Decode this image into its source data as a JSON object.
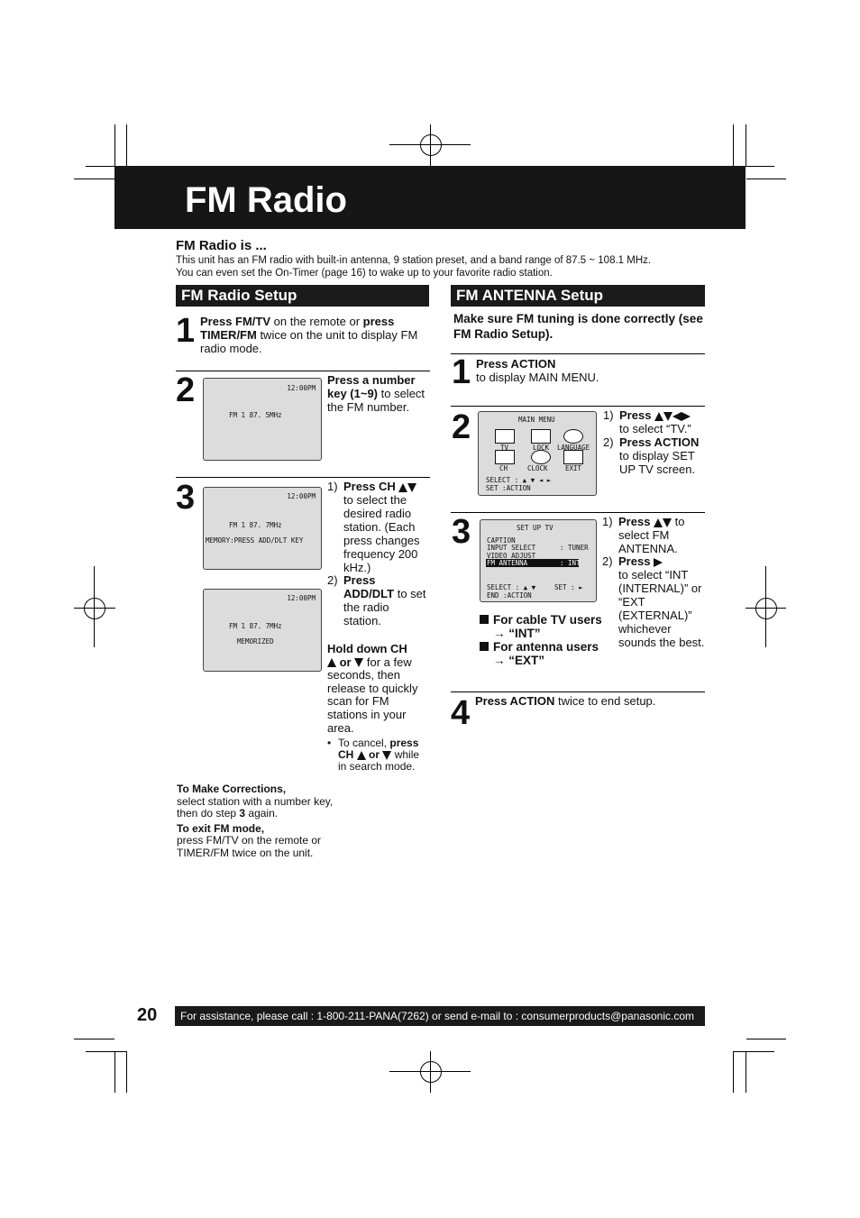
{
  "title": "FM Radio",
  "intro": {
    "heading": "FM Radio is ...",
    "line1": "This unit has an FM radio with built-in antenna, 9 station preset, and a band range of 87.5 ~ 108.1 MHz.",
    "line2": "You can even set the On-Timer (page 16) to wake up to your favorite radio station."
  },
  "setup": {
    "heading": "FM Radio Setup",
    "step1": {
      "num": "1",
      "press1": "Press FM/TV",
      "mid": " on the remote or ",
      "press2": "press TIMER/FM",
      "rest": " twice on the unit to display FM radio mode."
    },
    "step2": {
      "num": "2",
      "bold": "Press a number key (1~9)",
      "rest": " to select the FM number.",
      "screen": {
        "time": "12:00PM",
        "line": "FM 1   87. 5MHz"
      }
    },
    "step3": {
      "num": "3",
      "i1_label": "1)",
      "i1_bold": "Press CH",
      "i1_rest": "to select the desired radio station. (Each press changes frequency 200 kHz.)",
      "i2_label": "2)",
      "i2_bold": "Press ADD/DLT",
      "i2_rest": " to set the radio station.",
      "hold_bold": "Hold down CH",
      "hold_or": " or ",
      "hold_rest": " for a few seconds, then release to quickly scan for FM stations in your area.",
      "cancel_pre": "To cancel, ",
      "cancel_bold": "press CH",
      "cancel_or": " or ",
      "cancel_rest": " while in search mode.",
      "screen_a": {
        "time": "12:00PM",
        "line": "FM 1   87. 7MHz",
        "line2": "MEMORY:PRESS  ADD/DLT KEY"
      },
      "screen_b": {
        "time": "12:00PM",
        "line": "FM 1   87. 7MHz",
        "line2": "MEMORIZED"
      }
    },
    "corr_h": "To Make Corrections,",
    "corr_1": "select station with a number key,",
    "corr_2a": "then do step ",
    "corr_2b": "3",
    "corr_2c": " again.",
    "exit_h": "To exit FM mode,",
    "exit_1": "press FM/TV on the remote or",
    "exit_2": "TIMER/FM twice on the unit."
  },
  "antenna": {
    "heading": "FM ANTENNA Setup",
    "note": "Make sure FM tuning is done correctly (see FM Radio Setup).",
    "step1": {
      "num": "1",
      "bold": "Press ACTION",
      "rest": "to display MAIN MENU."
    },
    "step2": {
      "num": "2",
      "i1_label": "1)",
      "i1_bold": "Press",
      "i1_rest": "to select “TV.”",
      "i2_label": "2)",
      "i2_bold": "Press ACTION",
      "i2_rest": "to display SET UP TV screen.",
      "screen": {
        "title": "MAIN MENU",
        "tv": "TV",
        "lock": "LOCK",
        "language": "LANGUAGE",
        "ch": "CH",
        "clock": "CLOCK",
        "exit": "EXIT",
        "sel": "SELECT :",
        "set": "SET      :ACTION"
      }
    },
    "step3": {
      "num": "3",
      "i1_label": "1)",
      "i1_bold": "Press",
      "i1_rest": " to select FM ANTENNA.",
      "i2_label": "2)",
      "i2_bold": "Press",
      "i2_rest": "to select “INT (INTERNAL)” or “EXT (EXTERNAL)” whichever sounds the best.",
      "cable": "For cable TV users",
      "cable_val": "→ “INT”",
      "ant": "For antenna users",
      "ant_val": "→ “EXT”",
      "screen": {
        "title": "SET UP TV",
        "r1": "CAPTION",
        "r2": "INPUT SELECT",
        "r2v": ": TUNER",
        "r3": "VIDEO ADJUST",
        "r4": "FM ANTENNA",
        "r4v": ": INT",
        "sel": "SELECT :",
        "set": "SET :",
        "end": "END      :ACTION"
      }
    },
    "step4": {
      "num": "4",
      "bold": "Press ACTION",
      "rest": " twice to end setup."
    }
  },
  "page_number": "20",
  "footer": "For assistance, please call : 1-800-211-PANA(7262) or send e-mail to : consumerproducts@panasonic.com"
}
